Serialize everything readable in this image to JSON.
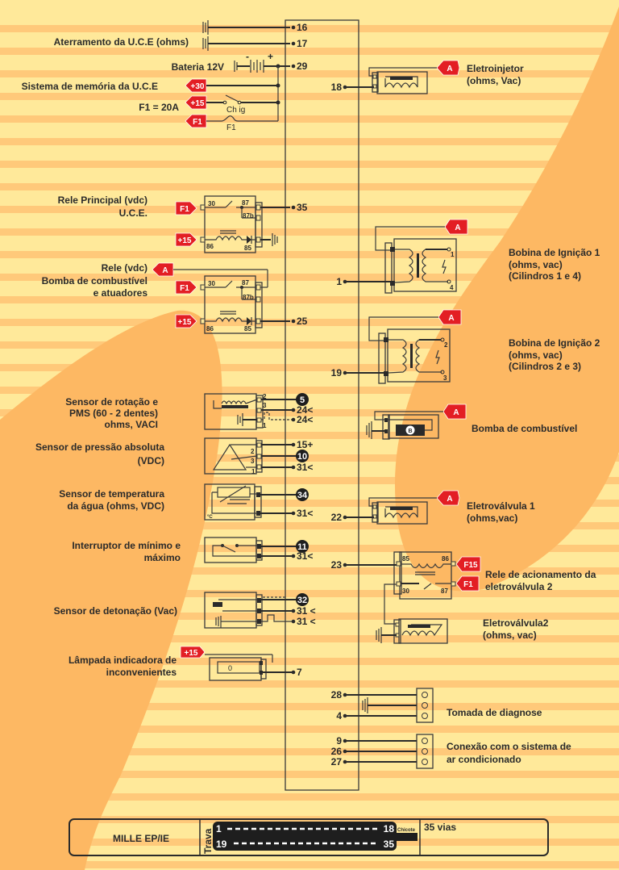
{
  "colors": {
    "bg_light": "#FFE99A",
    "bg_stripe": "#FFC97A",
    "blob": "#FDB863",
    "tag_red": "#E31E24",
    "line": "#2a2a2a"
  },
  "ecu_pins_left": [
    {
      "id": "p16",
      "label": "16"
    },
    {
      "id": "p17",
      "label": "17"
    },
    {
      "id": "p29",
      "label": "29"
    },
    {
      "id": "p35",
      "label": "35"
    },
    {
      "id": "p25",
      "label": "25"
    },
    {
      "id": "p5",
      "label": "5",
      "style": "circle"
    },
    {
      "id": "p24a",
      "label": "24<"
    },
    {
      "id": "p24b",
      "label": "24<"
    },
    {
      "id": "p15",
      "label": "15+"
    },
    {
      "id": "p10",
      "label": "10",
      "style": "circle"
    },
    {
      "id": "p31a",
      "label": "31<"
    },
    {
      "id": "p34",
      "label": "34",
      "style": "circle"
    },
    {
      "id": "p31b",
      "label": "31<"
    },
    {
      "id": "p11",
      "label": "11",
      "style": "circle"
    },
    {
      "id": "p31c",
      "label": "31<"
    },
    {
      "id": "p32",
      "label": "32",
      "style": "circle"
    },
    {
      "id": "p31d",
      "label": "31 <"
    },
    {
      "id": "p31e",
      "label": "31 <"
    },
    {
      "id": "p7",
      "label": "7"
    }
  ],
  "ecu_pins_right": [
    {
      "id": "r18",
      "label": "18"
    },
    {
      "id": "r1",
      "label": "1"
    },
    {
      "id": "r19",
      "label": "19"
    },
    {
      "id": "r22",
      "label": "22"
    },
    {
      "id": "r23",
      "label": "23"
    },
    {
      "id": "r28",
      "label": "28"
    },
    {
      "id": "r4",
      "label": "4"
    },
    {
      "id": "r9",
      "label": "9"
    },
    {
      "id": "r26",
      "label": "26"
    },
    {
      "id": "r27",
      "label": "27"
    }
  ],
  "left_components": {
    "ground": {
      "label": "Aterramento da U.C.E (ohms)"
    },
    "battery": {
      "label": "Bateria 12V",
      "minus": "-",
      "plus": "+"
    },
    "memory": {
      "label": "Sistema de memória da U.C.E",
      "tag": "+30"
    },
    "ignition": {
      "tag": "+15",
      "switch_label": "Ch ig"
    },
    "fuse": {
      "label": "F1 = 20A",
      "tag": "F1",
      "fuse_label": "F1"
    },
    "main_relay": {
      "label_line1": "Rele Principal (vdc)",
      "label_line2": "U.C.E.",
      "tag_top": "F1",
      "tag_bottom": "+15",
      "pins": [
        "30",
        "87",
        "87b",
        "86",
        "85"
      ]
    },
    "pump_relay": {
      "label_line1": "Rele  (vdc)",
      "label_line2": "Bomba de combustível",
      "label_line3": "e atuadores",
      "tag_a": "A",
      "tag_top": "F1",
      "tag_bottom": "+15",
      "pins": [
        "30",
        "87",
        "87b",
        "86",
        "85"
      ]
    },
    "rpm_sensor": {
      "label_line1": "Sensor de rotação e",
      "label_line2": "PMS (60 - 2 dentes)",
      "label_line3": "ohms, VACI",
      "pins": [
        "2",
        "3",
        "1"
      ]
    },
    "map_sensor": {
      "label_line1": "Sensor de pressão absoluta",
      "label_line2": "(VDC)",
      "pins": [
        "2",
        "3",
        "1"
      ]
    },
    "temp_sensor": {
      "label_line1": "Sensor de temperatura",
      "label_line2": "da água (ohms, VDC)",
      "unit": "°C"
    },
    "throttle_switch": {
      "label_line1": "Interruptor de mínimo e",
      "label_line2": "máximo"
    },
    "knock_sensor": {
      "label": "Sensor de detonação (Vac)"
    },
    "warning_lamp": {
      "label_line1": "Lâmpada indicadora de",
      "label_line2": "inconvenientes",
      "tag": "+15",
      "lamp_glyph": "0"
    }
  },
  "right_components": {
    "injector": {
      "label_line1": "Eletroinjetor",
      "label_line2": "(ohms, Vac)",
      "tag": "A"
    },
    "coil1": {
      "label_line1": "Bobina de Ignição 1",
      "label_line2": "(ohms, vac)",
      "label_line3": "(Cilindros 1 e 4)",
      "tag": "A",
      "pins": [
        "1",
        "4"
      ]
    },
    "coil2": {
      "label_line1": "Bobina de Ignição 2",
      "label_line2": "(ohms, vac)",
      "label_line3": "(Cilindros 2 e 3)",
      "tag": "A",
      "pins": [
        "2",
        "3"
      ]
    },
    "fuel_pump": {
      "label": "Bomba de combustível",
      "tag": "A",
      "motor_glyph": "B"
    },
    "valve1": {
      "label_line1": "Eletroválvula 1",
      "label_line2": "(ohms,vac)",
      "tag": "A"
    },
    "valve_relay": {
      "label_line1": "Rele de acionamento da",
      "label_line2": "eletroválvula 2",
      "tag_top": "F15",
      "tag_bottom": "F1",
      "pins": [
        "85",
        "86",
        "30",
        "87"
      ]
    },
    "valve2": {
      "label_line1": "Eletroválvula2",
      "label_line2": "(ohms, vac)"
    },
    "diag": {
      "label": "Tomada de diagnose"
    },
    "ac": {
      "label_line1": "Conexão com o sistema de",
      "label_line2": "ar condicionado"
    }
  },
  "connector": {
    "model": "MILLE EP/IE",
    "lock_label": "Trava",
    "row1_start": "1",
    "row1_end": "18",
    "row2_start": "19",
    "row2_end": "35",
    "harness_label": "Chicote",
    "ways": "35 vias"
  }
}
